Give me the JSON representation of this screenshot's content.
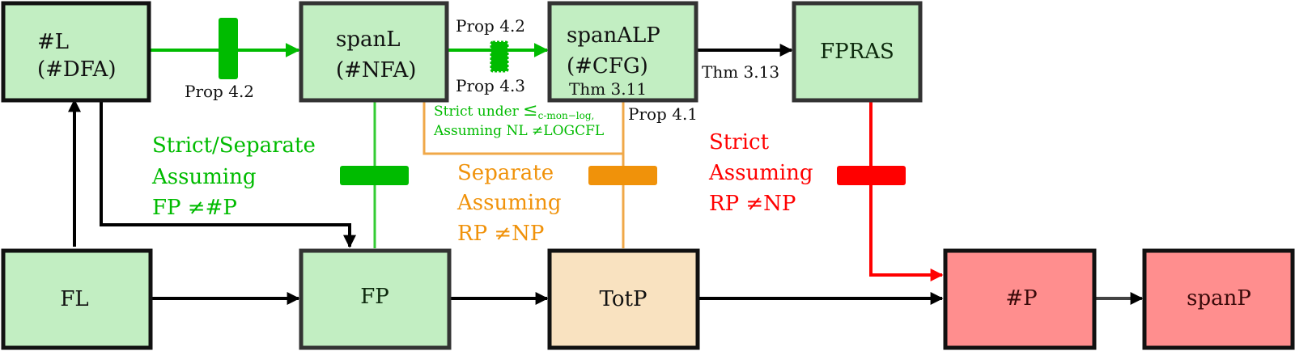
{
  "colors": {
    "green_node_fill": "#c2eec2",
    "orange_node_fill": "#f9e2c0",
    "red_node_fill": "#ff8e8e",
    "node_border": "#2b2b2b",
    "green": "#00bb00",
    "green_line": "#33cc33",
    "orange": "#f0920a",
    "orange_line": "#f0a848",
    "red": "#ff0000",
    "black": "#000000",
    "dark_text": "#0e2a0e"
  },
  "nodes": {
    "hash_l": {
      "line1": "#L",
      "line2": "(#DFA)"
    },
    "span_l": {
      "line1": "spanL",
      "line2": "(#NFA)"
    },
    "span_alp": {
      "line1": "spanALP",
      "line2": "(#CFG)",
      "sub": "Thm 3.11"
    },
    "fpras": {
      "line1": "FPRAS"
    },
    "fl": {
      "line1": "FL"
    },
    "fp": {
      "line1": "FP"
    },
    "totp": {
      "line1": "TotP"
    },
    "hash_p": {
      "line1": "#P"
    },
    "span_p": {
      "line1": "spanP"
    }
  },
  "edge_labels": {
    "hashl_to_spanl": "Prop 4.2",
    "spanl_to_spanalp_top": "Prop 4.2",
    "spanl_to_spanalp_bottom": "Prop 4.3",
    "spanalp_to_fpras": "Thm 3.13",
    "spanalp_down": "Prop 4.1"
  },
  "annotations": {
    "green_separation": [
      "Strict/Separate",
      "Assuming",
      "FP ≠#P"
    ],
    "green_small": {
      "line1_prefix": "Strict under ",
      "line1_symbol": "≤",
      "line1_sub": "c-mon−log,",
      "line2": "Assuming NL ≠LOGCFL"
    },
    "orange_separation": [
      "Separate",
      "Assuming",
      "RP ≠NP"
    ],
    "red_separation": [
      "Strict",
      "Assuming",
      "RP ≠NP"
    ]
  }
}
